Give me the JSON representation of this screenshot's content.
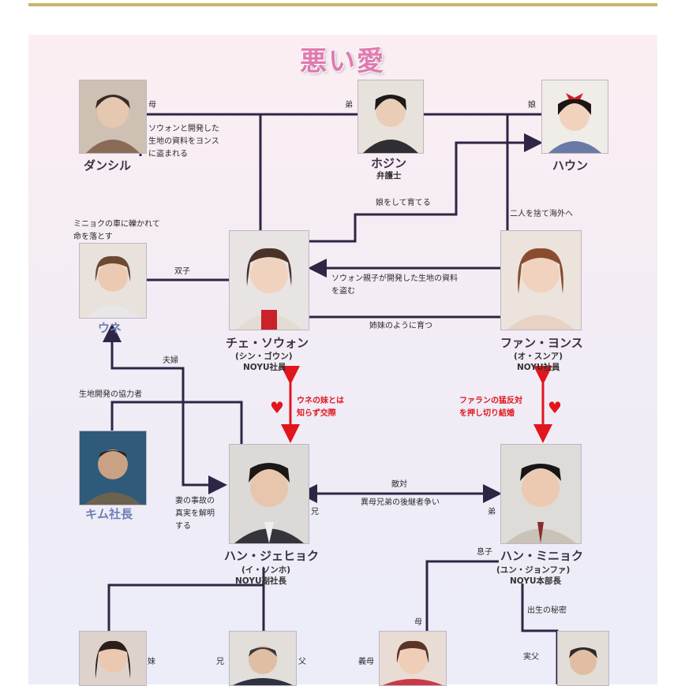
{
  "title": "悪い愛",
  "characters": {
    "danshiru": {
      "name": "ダンシル"
    },
    "hojin": {
      "name": "ホジン",
      "role": "弁護士"
    },
    "haun": {
      "name": "ハウン"
    },
    "une": {
      "name": "ウネ"
    },
    "soun": {
      "name": "チェ・ソウォン",
      "actor": "(シン・ゴウン)",
      "role": "NOYU社員"
    },
    "yonsu": {
      "name": "ファン・ヨンス",
      "actor": "(オ・スンア)",
      "role": "NOYU社員"
    },
    "kim": {
      "name": "キム社長"
    },
    "jehyok": {
      "name": "ハン・ジェヒョク",
      "actor": "(イ・ソンホ)",
      "role": "NOYU副社長"
    },
    "minyok": {
      "name": "ハン・ミニョク",
      "actor": "(ユン・ジョンファ)",
      "role": "NOYU本部長"
    }
  },
  "labels": {
    "mother": "母",
    "younger_brother": "弟",
    "daughter": "娘",
    "stolen_line1": "ソウォンと開発した",
    "stolen_line2": "生地の資料をヨンス",
    "stolen_line3": "に盗まれる",
    "raise": "娘をして育てる",
    "abandon": "二人を捨て海外へ",
    "une_death1": "ミニョクの車に轢かれて",
    "une_death2": "命を落とす",
    "twins": "双子",
    "steal1": "ソウォン親子が開発した生地の資料",
    "steal2": "を盗む",
    "sisters": "姉妹のように育つ",
    "couple": "夫婦",
    "partner": "生地開発の協力者",
    "love1_line1": "ウネの妹とは",
    "love1_line2": "知らず交際",
    "love2_line1": "ファランの猛反対",
    "love2_line2": "を押し切り結婚",
    "hostile": "敵対",
    "succession": "異母兄弟の後継者争い",
    "older_brother": "兄",
    "younger_bro2": "弟",
    "truth1": "妻の事故の",
    "truth2": "真実を解明",
    "truth3": "する",
    "son": "息子",
    "birth_secret": "出生の秘密",
    "sister": "妹",
    "brother": "兄",
    "father": "父",
    "stepmother": "義母",
    "mother2": "母",
    "real_father": "実父"
  },
  "colors": {
    "title": "#e07aae",
    "line": "#2f2545",
    "red": "#e0161c",
    "name": "#3b3145",
    "name_blue": "#6d7fb5"
  }
}
